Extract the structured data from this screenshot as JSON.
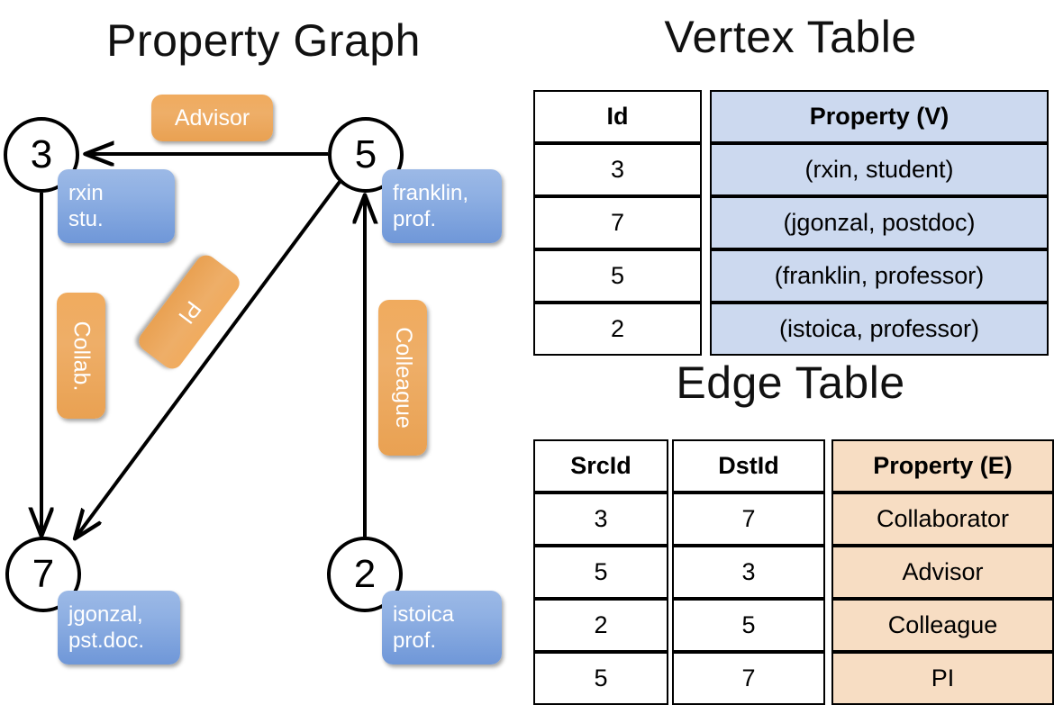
{
  "titles": {
    "property_graph": "Property Graph",
    "vertex_table": "Vertex Table",
    "edge_table": "Edge Table"
  },
  "colors": {
    "vertex_property_fill": "#ccd9ef",
    "edge_property_fill": "#f7ddc3",
    "vertex_box_blue": "#8fb0e3",
    "edge_label_orange": "#eeae68",
    "stroke": "#000000",
    "background": "#ffffff"
  },
  "graph": {
    "nodes": [
      {
        "id": "3",
        "property_box": {
          "line1": "rxin",
          "line2": "stu."
        }
      },
      {
        "id": "5",
        "property_box": {
          "line1": "franklin,",
          "line2": "prof."
        }
      },
      {
        "id": "7",
        "property_box": {
          "line1": "jgonzal,",
          "line2": "pst.doc."
        }
      },
      {
        "id": "2",
        "property_box": {
          "line1": "istoica",
          "line2": "prof."
        }
      }
    ],
    "edge_labels": [
      {
        "label": "Advisor",
        "from": "5",
        "to": "3"
      },
      {
        "label": "Collab.",
        "from": "3",
        "to": "7"
      },
      {
        "label": "PI",
        "from": "5",
        "to": "7"
      },
      {
        "label": "Colleague",
        "from": "2",
        "to": "5"
      }
    ]
  },
  "vertex_table": {
    "headers": [
      "Id",
      "Property (V)"
    ],
    "rows": [
      {
        "id": "3",
        "property": "(rxin, student)"
      },
      {
        "id": "7",
        "property": "(jgonzal, postdoc)"
      },
      {
        "id": "5",
        "property": "(franklin, professor)"
      },
      {
        "id": "2",
        "property": "(istoica, professor)"
      }
    ]
  },
  "edge_table": {
    "headers": [
      "SrcId",
      "DstId",
      "Property (E)"
    ],
    "rows": [
      {
        "src": "3",
        "dst": "7",
        "property": "Collaborator"
      },
      {
        "src": "5",
        "dst": "3",
        "property": "Advisor"
      },
      {
        "src": "2",
        "dst": "5",
        "property": "Colleague"
      },
      {
        "src": "5",
        "dst": "7",
        "property": "PI"
      }
    ]
  }
}
